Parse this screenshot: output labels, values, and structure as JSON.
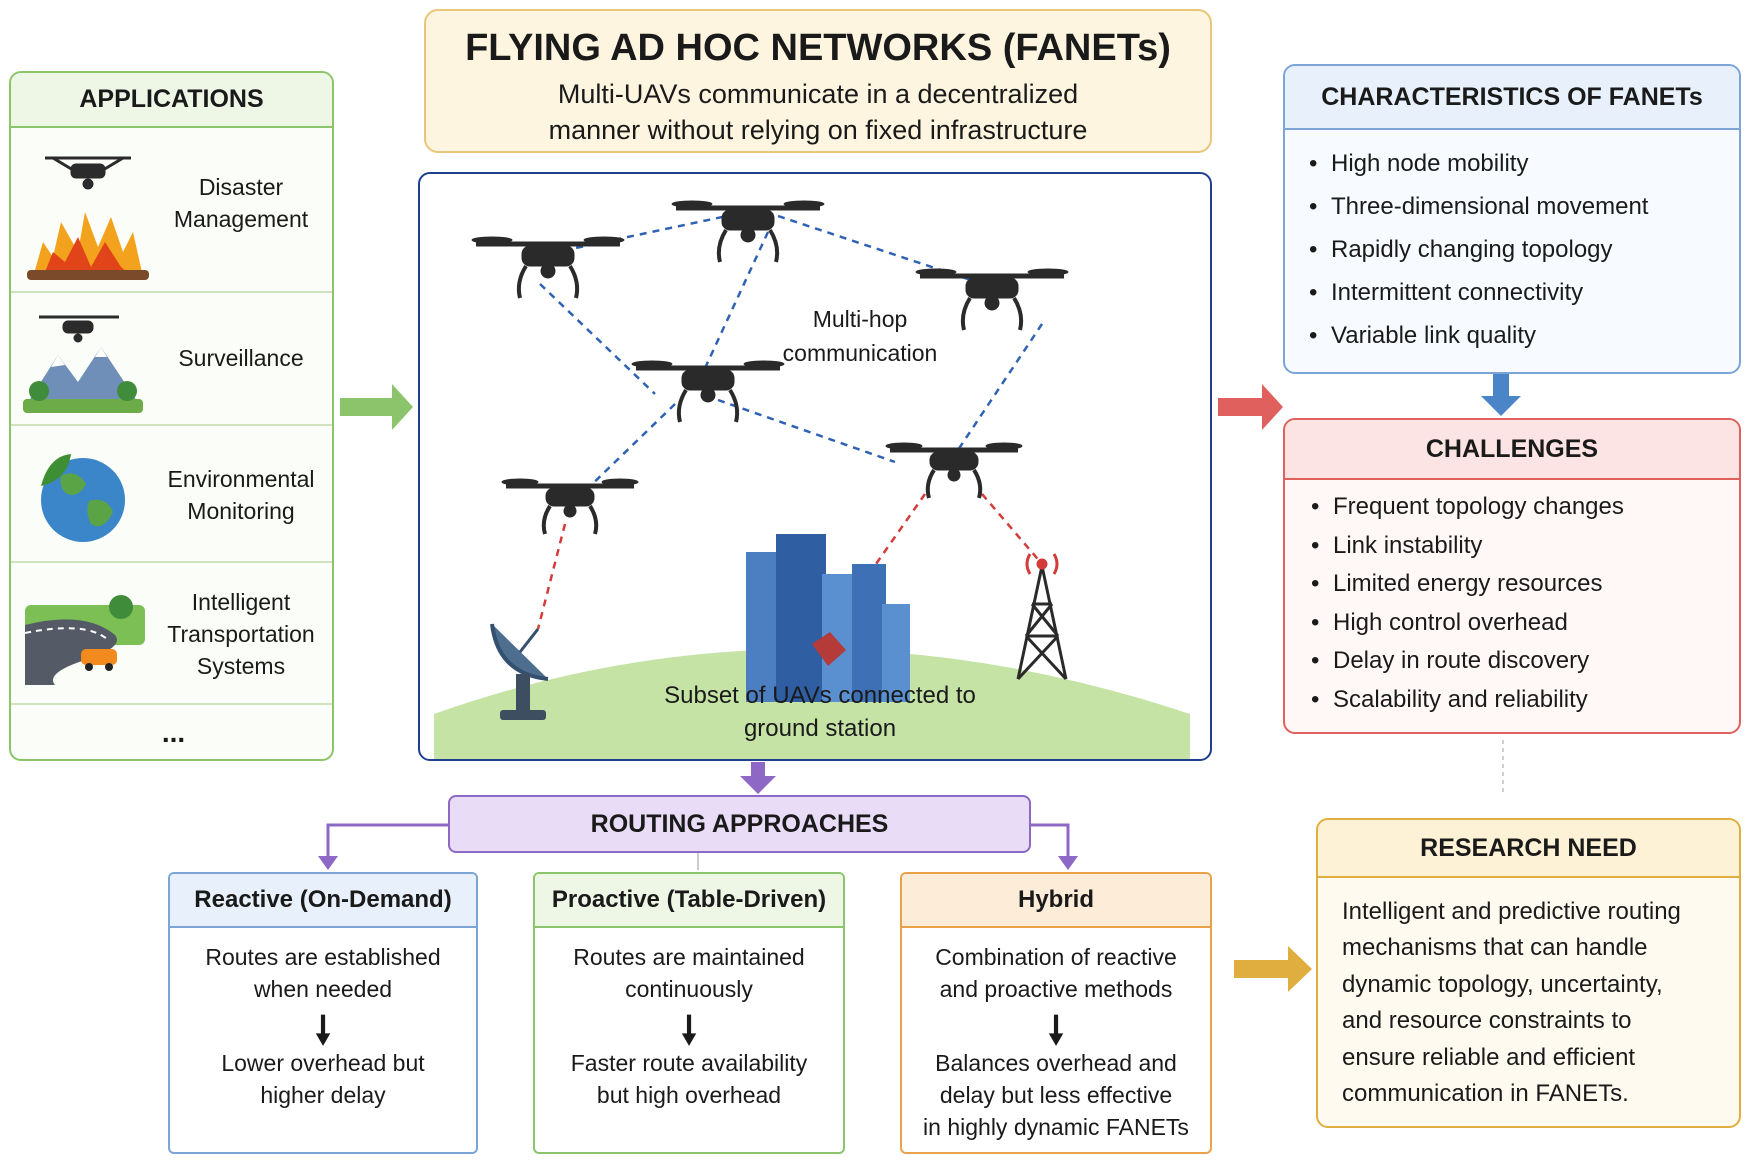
{
  "title": {
    "heading": "FLYING AD HOC NETWORKS (FANETs)",
    "subtitle_line1": "Multi-UAVs communicate in a decentralized",
    "subtitle_line2": "manner without relying on fixed infrastructure"
  },
  "applications": {
    "header": "APPLICATIONS",
    "items": [
      {
        "line1": "Disaster",
        "line2": "Management",
        "icon": "fire-drone-icon"
      },
      {
        "line1": "Surveillance",
        "icon": "mountain-drone-icon"
      },
      {
        "line1": "Environmental",
        "line2": "Monitoring",
        "icon": "globe-leaf-icon"
      },
      {
        "line1": "Intelligent",
        "line2": "Transportation",
        "line3": "Systems",
        "icon": "road-car-icon"
      }
    ],
    "more": "..."
  },
  "network": {
    "multihop_line1": "Multi-hop",
    "multihop_line2": "communication",
    "ground_line1": "Subset of UAVs connected to",
    "ground_line2": "ground station"
  },
  "characteristics": {
    "header": "CHARACTERISTICS OF FANETs",
    "items": [
      "High node mobility",
      "Three-dimensional movement",
      "Rapidly changing topology",
      "Intermittent connectivity",
      "Variable link quality"
    ]
  },
  "challenges": {
    "header": "CHALLENGES",
    "items": [
      "Frequent topology changes",
      "Link instability",
      "Limited energy resources",
      "High control overhead",
      "Delay in route discovery",
      "Scalability and reliability"
    ]
  },
  "routing": {
    "header": "ROUTING APPROACHES",
    "reactive": {
      "header": "Reactive (On-Demand)",
      "top_line1": "Routes are established",
      "top_line2": "when needed",
      "bottom_line1": "Lower overhead but",
      "bottom_line2": "higher delay"
    },
    "proactive": {
      "header": "Proactive (Table-Driven)",
      "top_line1": "Routes are maintained",
      "top_line2": "continuously",
      "bottom_line1": "Faster route availability",
      "bottom_line2": "but high overhead"
    },
    "hybrid": {
      "header": "Hybrid",
      "top_line1": "Combination of reactive",
      "top_line2": "and proactive methods",
      "bottom_line1": "Balances overhead and",
      "bottom_line2": "delay but less effective",
      "bottom_line3": "in highly dynamic FANETs"
    }
  },
  "research": {
    "header": "RESEARCH NEED",
    "lines": [
      "Intelligent and predictive routing",
      "mechanisms that can handle",
      "dynamic topology, uncertainty,",
      "and resource constraints to",
      "ensure reliable and efficient",
      "communication in FANETs."
    ]
  },
  "colors": {
    "green": "#7cb65a",
    "blue": "#1f3f8f",
    "red": "#e0605e",
    "orange": "#e8a24a",
    "purple": "#8d68c4",
    "gold": "#e0ae3e",
    "light_blue": "#7aa5d6"
  }
}
